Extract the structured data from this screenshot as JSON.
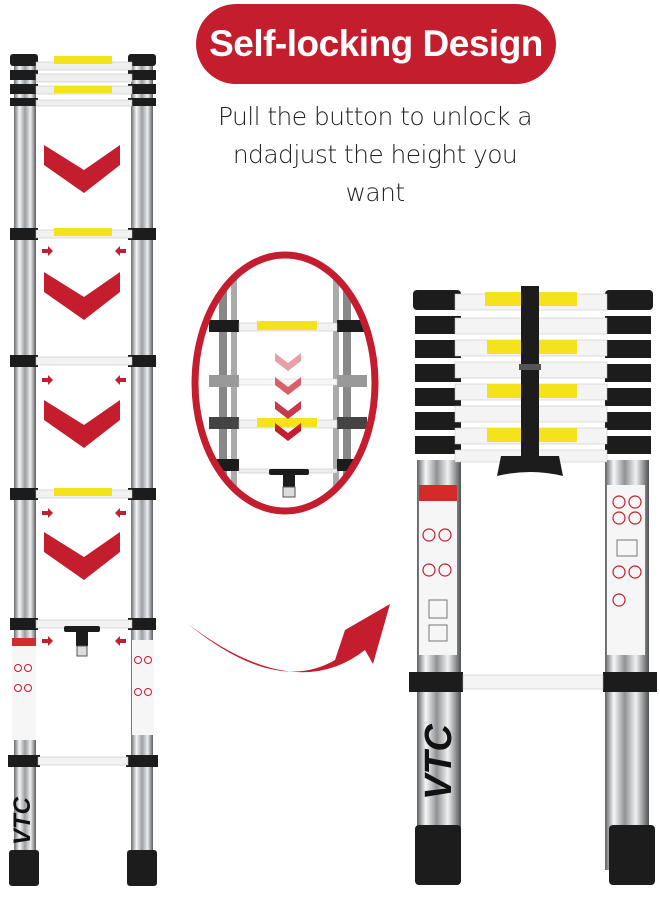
{
  "header": {
    "banner_text": "Self-locking Design",
    "subtitle_line1": "Pull the button to unlock a",
    "subtitle_line2": "ndadjust the height you want"
  },
  "product": {
    "brand": "VTC",
    "left_ladder": {
      "state": "extended",
      "rungs_with_down_chevrons": 4
    },
    "detail_callout": {
      "shape": "oval",
      "chevron_count": 4
    },
    "right_ladder": {
      "state": "retracted",
      "strap": "carry-strap-with-handle"
    }
  },
  "icons": [
    "down-chevron-icon",
    "inward-arrow-icon",
    "curved-arrow-icon",
    "warning-label",
    "safety-pictogram"
  ],
  "colors": {
    "accent_red": "#c41e2e",
    "warning_yellow": "#f4e21a",
    "cap_black": "#1c1c1c",
    "aluminum": "#d8dadc"
  }
}
